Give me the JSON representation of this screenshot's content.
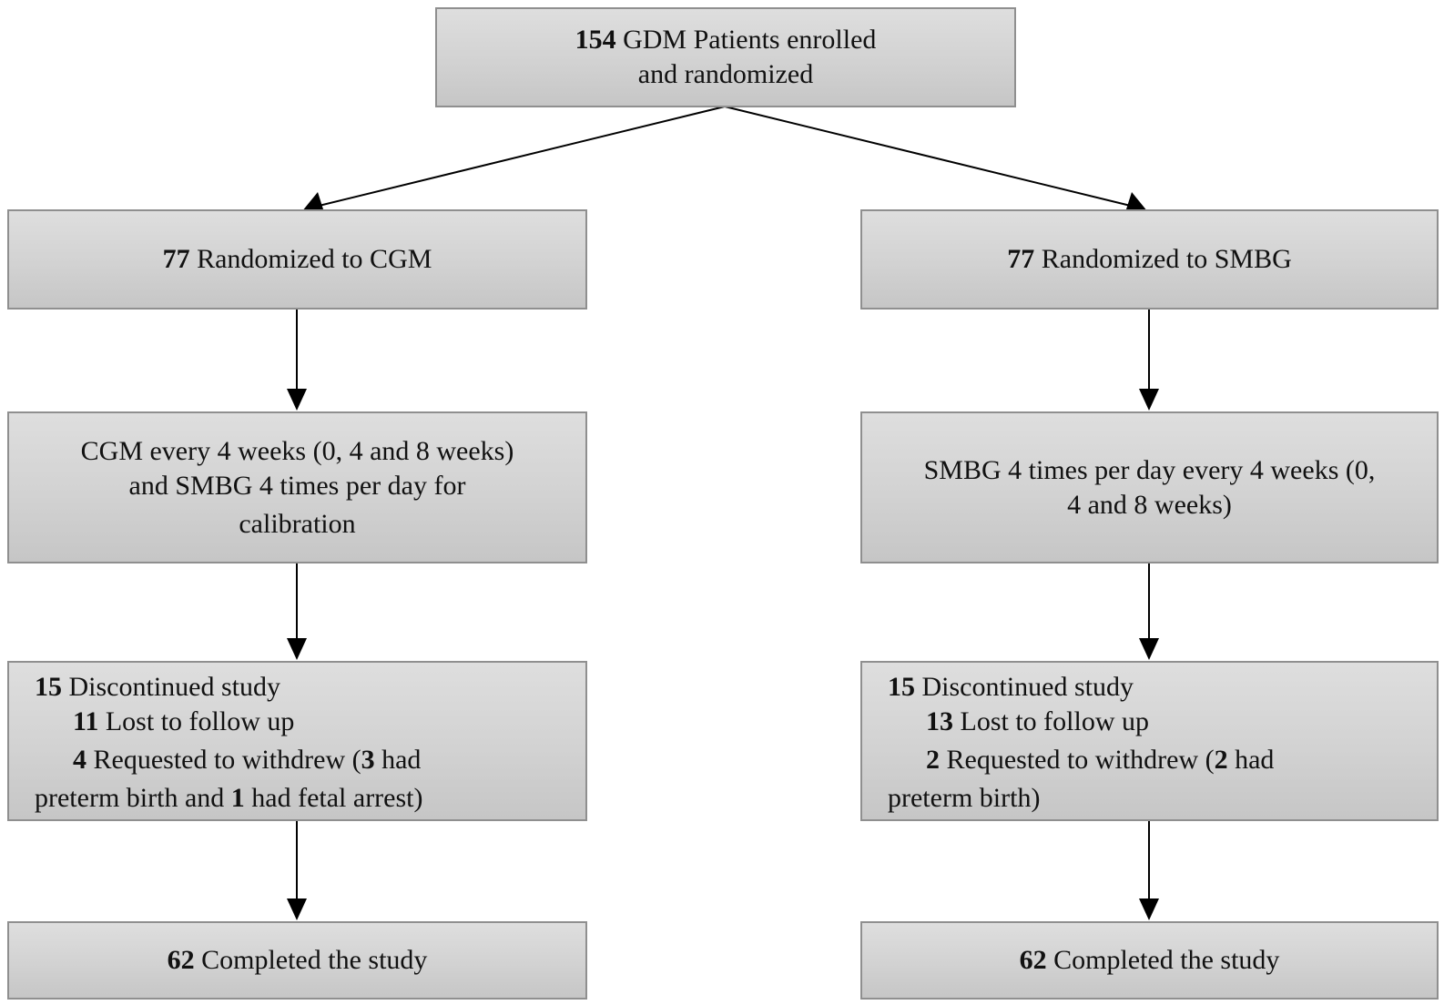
{
  "top": {
    "count": "154",
    "line1_rest": " GDM Patients enrolled",
    "line2": "and  randomized"
  },
  "arms": {
    "left": {
      "randomized": {
        "count": "77",
        "text": " Randomized to CGM"
      },
      "intervention": {
        "line1": "CGM every 4 weeks (0, 4 and 8 weeks)",
        "line2": "and SMBG 4 times per day for",
        "line3": "calibration"
      },
      "discontinued": {
        "count": "15",
        "text": " Discontinued study",
        "lost_count": "11",
        "lost_text": " Lost to follow up",
        "withdrew_count": "4",
        "withdrew_text": " Requested to withdrew (",
        "reason_count_1": "3",
        "reason_text_1": " had",
        "reason_line2_a": "preterm birth and ",
        "reason_count_2": "1",
        "reason_text_2": " had fetal arrest)"
      },
      "completed": {
        "count": "62",
        "text": " Completed the study"
      }
    },
    "right": {
      "randomized": {
        "count": "77",
        "text": " Randomized to SMBG"
      },
      "intervention": {
        "line1": "SMBG 4 times per day every 4 weeks (0,",
        "line2": "4 and 8 weeks)"
      },
      "discontinued": {
        "count": "15",
        "text": " Discontinued study",
        "lost_count": "13",
        "lost_text": " Lost to follow up",
        "withdrew_count": "2",
        "withdrew_text": " Requested to withdrew (",
        "reason_count_1": "2",
        "reason_text_1": " had",
        "reason_line2_a": "preterm birth)"
      },
      "completed": {
        "count": "62",
        "text": " Completed the study"
      }
    }
  },
  "colors": {
    "box_fill": "#d2d2d2",
    "box_border": "#8f8f8f",
    "arrow": "#000000"
  }
}
